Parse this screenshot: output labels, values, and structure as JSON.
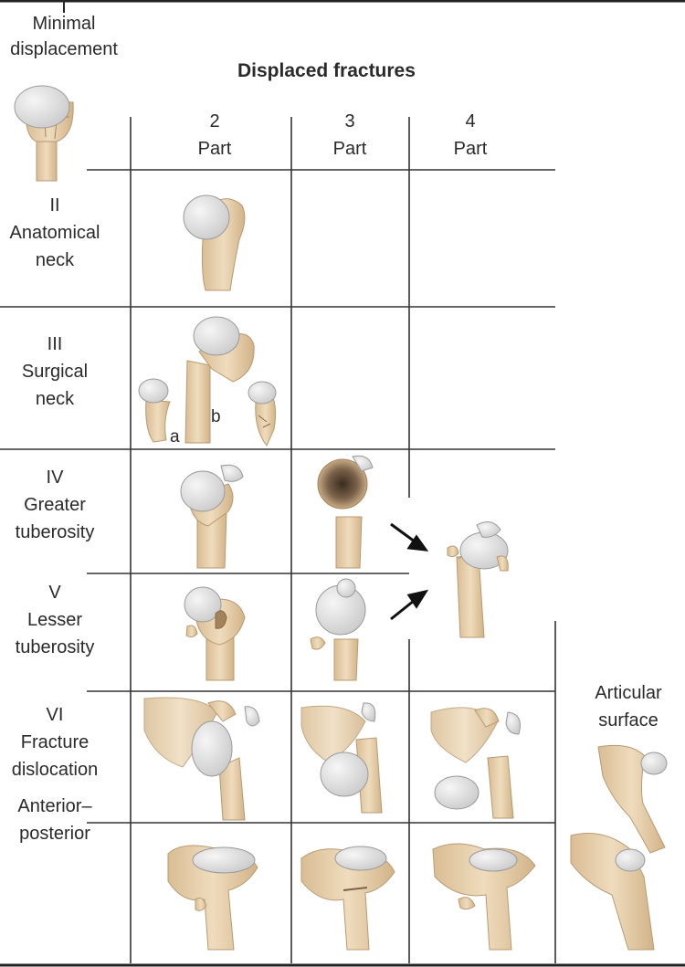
{
  "title": "Displaced fractures",
  "columns": [
    {
      "num": "2",
      "word": "Part"
    },
    {
      "num": "3",
      "word": "Part"
    },
    {
      "num": "4",
      "word": "Part"
    }
  ],
  "rows": [
    {
      "numeral": "I",
      "lines": [
        "Minimal",
        "displacement"
      ]
    },
    {
      "numeral": "II",
      "lines": [
        "Anatomical",
        "neck"
      ]
    },
    {
      "numeral": "III",
      "lines": [
        "Surgical",
        "neck"
      ]
    },
    {
      "numeral": "IV",
      "lines": [
        "Greater",
        "tuberosity"
      ]
    },
    {
      "numeral": "V",
      "lines": [
        "Lesser",
        "tuberosity"
      ]
    },
    {
      "numeral": "VI",
      "lines": [
        "Fracture",
        "dislocation"
      ]
    }
  ],
  "extra_label": {
    "line1": "Anterior–",
    "line2": "posterior"
  },
  "side_label": {
    "line1": "Articular",
    "line2": "surface"
  },
  "sub_labels": {
    "a": "a",
    "b": "b"
  },
  "colors": {
    "bone": "#e8d2b0",
    "bone_edge": "#b89a72",
    "head": "#e2e2e2",
    "head_edge": "#9a9a9a",
    "grid": "#333333"
  }
}
